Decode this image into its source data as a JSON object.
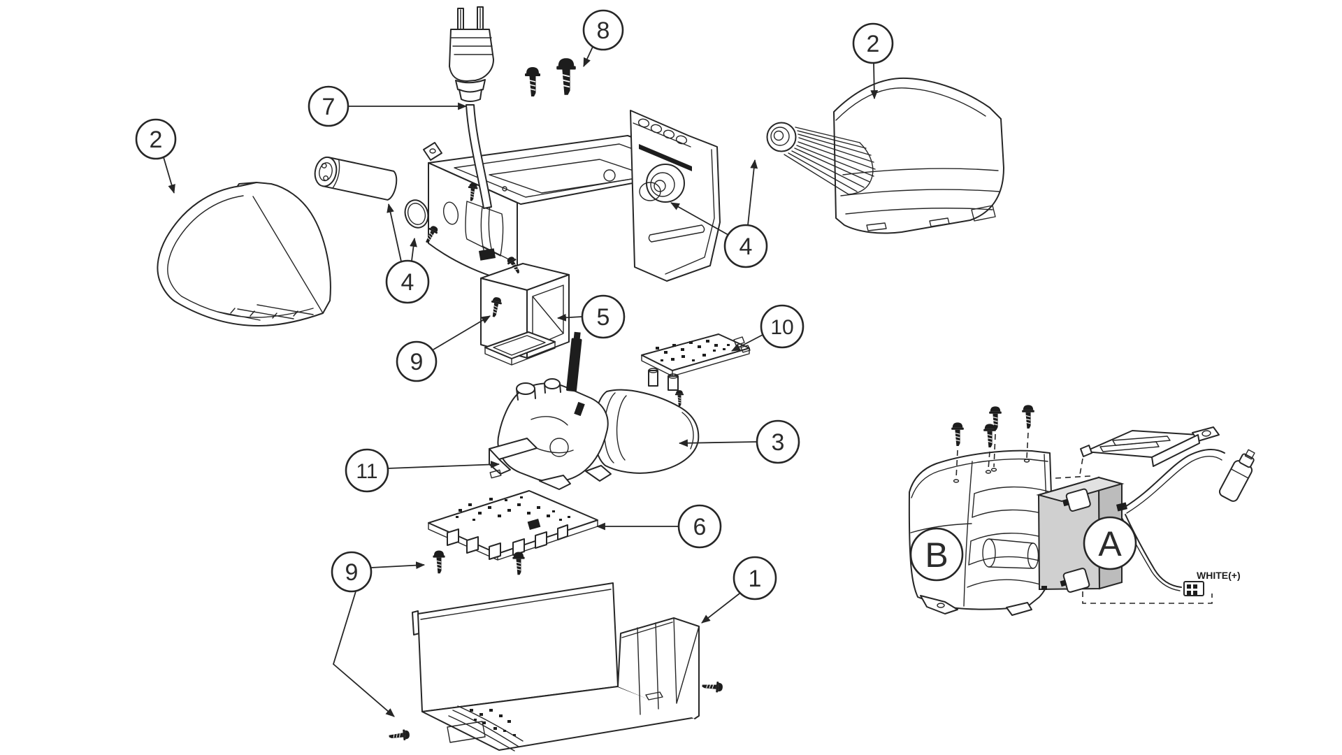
{
  "figure": {
    "type": "exploded-parts-diagram",
    "background": "#ffffff",
    "line_color": "#262626",
    "battery_fill": "#d0d0d0"
  },
  "callouts": {
    "n1": "1",
    "n2_left": "2",
    "n2_right": "2",
    "n3": "3",
    "n4_left": "4",
    "n4_right": "4",
    "n5": "5",
    "n6": "6",
    "n7": "7",
    "n8": "8",
    "n9_upper": "9",
    "n9_lower": "9",
    "n10": "10",
    "n11": "11",
    "a": "A",
    "b": "B"
  },
  "labels": {
    "white_plus": "WHITE(+)"
  }
}
